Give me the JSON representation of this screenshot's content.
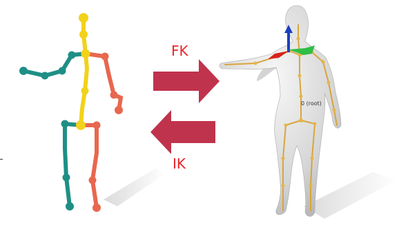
{
  "labels": {
    "fk": "FK",
    "ik": "IK",
    "root": "0 (root)"
  },
  "colors": {
    "arrow": "#c0334d",
    "label": "#e8262b",
    "spine": "#f2d21b",
    "left_limb": "#1f8f86",
    "right_limb": "#e8674f",
    "body": "#dcdcdc",
    "bone": "#d9a53a"
  },
  "icons": [
    "forward-arrow-icon",
    "backward-arrow-icon",
    "rotation-gizmo-icon"
  ]
}
